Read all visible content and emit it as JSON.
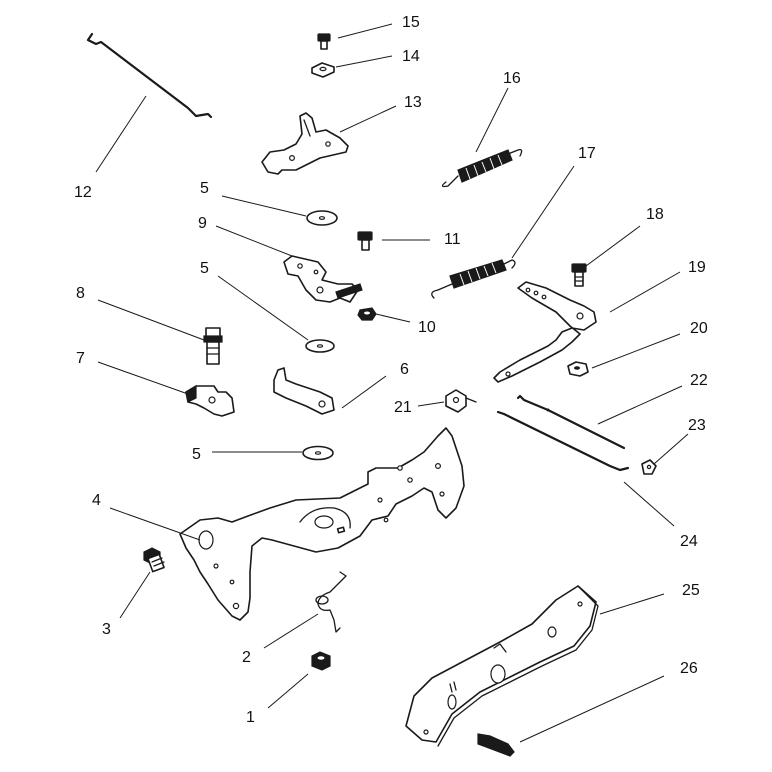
{
  "callouts": [
    {
      "id": "c1",
      "label": "1"
    },
    {
      "id": "c2",
      "label": "2"
    },
    {
      "id": "c3",
      "label": "3"
    },
    {
      "id": "c4",
      "label": "4"
    },
    {
      "id": "c5a",
      "label": "5"
    },
    {
      "id": "c5b",
      "label": "5"
    },
    {
      "id": "c5c",
      "label": "5"
    },
    {
      "id": "c6",
      "label": "6"
    },
    {
      "id": "c7",
      "label": "7"
    },
    {
      "id": "c8",
      "label": "8"
    },
    {
      "id": "c9",
      "label": "9"
    },
    {
      "id": "c10",
      "label": "10"
    },
    {
      "id": "c11",
      "label": "11"
    },
    {
      "id": "c12",
      "label": "12"
    },
    {
      "id": "c13",
      "label": "13"
    },
    {
      "id": "c14",
      "label": "14"
    },
    {
      "id": "c15",
      "label": "15"
    },
    {
      "id": "c16",
      "label": "16"
    },
    {
      "id": "c17",
      "label": "17"
    },
    {
      "id": "c18",
      "label": "18"
    },
    {
      "id": "c19",
      "label": "19"
    },
    {
      "id": "c20",
      "label": "20"
    },
    {
      "id": "c21",
      "label": "21"
    },
    {
      "id": "c22",
      "label": "22"
    },
    {
      "id": "c23",
      "label": "23"
    },
    {
      "id": "c24",
      "label": "24"
    },
    {
      "id": "c25",
      "label": "25"
    },
    {
      "id": "c26",
      "label": "26"
    }
  ]
}
